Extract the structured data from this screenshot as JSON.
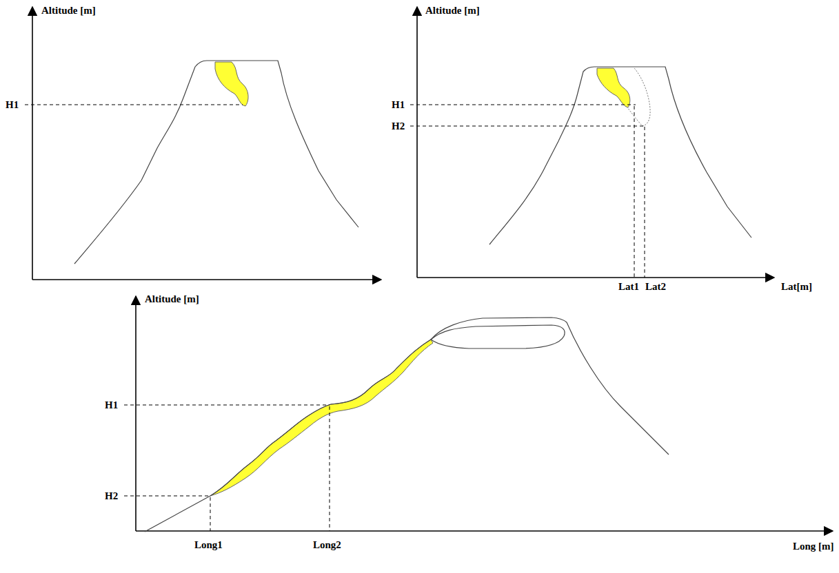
{
  "diagram": {
    "labels": [
      "Altitude [m]",
      "H1",
      "Altitude [m]",
      "H1",
      "H2",
      "Lat1",
      "Lat2",
      "Lat[m]",
      "Altitude [m]",
      "H1",
      "H2",
      "Long1",
      "Long2",
      "Long [m]"
    ]
  }
}
